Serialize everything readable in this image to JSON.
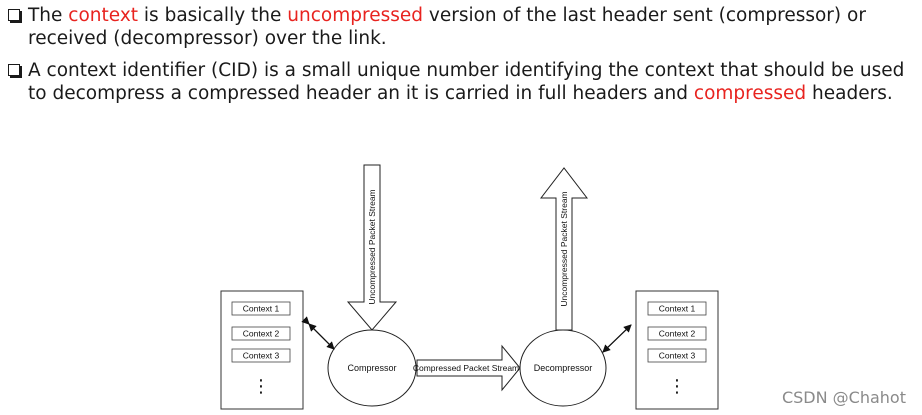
{
  "bullets": [
    {
      "segments": [
        {
          "text": "The ",
          "color": "#1a1a1a"
        },
        {
          "text": "context",
          "color": "#e8231f"
        },
        {
          "text": " is basically the ",
          "color": "#1a1a1a"
        },
        {
          "text": "uncompressed",
          "color": "#e8231f"
        },
        {
          "text": " version of the last header sent (compressor) or received (decompressor) over the link.",
          "color": "#1a1a1a"
        }
      ]
    },
    {
      "segments": [
        {
          "text": "A context identifier (CID) is a small unique number identifying the context that should be used to decompress a compressed header an it is carried in full headers and ",
          "color": "#1a1a1a"
        },
        {
          "text": "compressed",
          "color": "#e8231f"
        },
        {
          "text": " headers.",
          "color": "#1a1a1a"
        }
      ]
    }
  ],
  "diagram": {
    "left_contexts": [
      "Context 1",
      "Context 2",
      "Context 3"
    ],
    "right_contexts": [
      "Context 1",
      "Context 2",
      "Context 3"
    ],
    "ellipsis": "⋮",
    "compressor_label": "Compressor",
    "decompressor_label": "Decompressor",
    "compressed_stream_label": "Compressed Packet Stream",
    "uncompressed_stream_in_label": "Uncompressed Packet Stream",
    "uncompressed_stream_out_label": "Uncompressed Packet Stream"
  },
  "watermark": "CSDN @Chahot"
}
